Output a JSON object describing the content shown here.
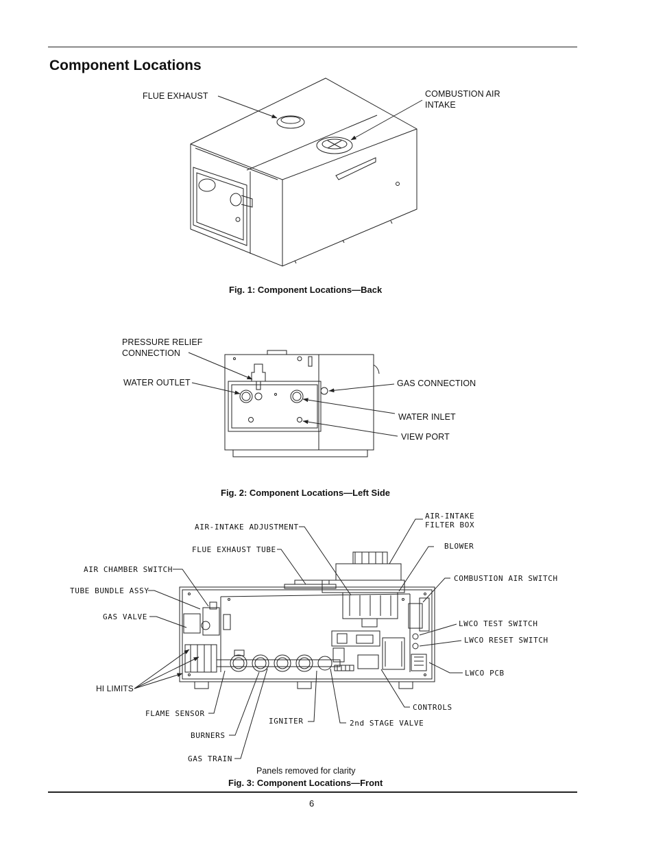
{
  "page": {
    "title": "Component Locations",
    "page_number": "6"
  },
  "fig1": {
    "caption": "Fig. 1: Component Locations—Back",
    "labels": {
      "flue_exhaust": "FLUE EXHAUST",
      "combustion_air_intake": "COMBUSTION AIR\nINTAKE"
    }
  },
  "fig2": {
    "caption": "Fig. 2: Component Locations—Left Side",
    "labels": {
      "pressure_relief": "PRESSURE RELIEF\nCONNECTION",
      "water_outlet": "WATER OUTLET",
      "gas_connection": "GAS CONNECTION",
      "water_inlet": "WATER INLET",
      "view_port": "VIEW PORT"
    }
  },
  "fig3": {
    "caption": "Fig. 3: Component Locations—Front",
    "note": "Panels removed for clarity",
    "labels": {
      "air_intake_adjustment": "AIR-INTAKE ADJUSTMENT",
      "air_intake_filter_box": "AIR-INTAKE\nFILTER BOX",
      "blower": "BLOWER",
      "flue_exhaust_tube": "FLUE EXHAUST TUBE",
      "air_chamber_switch": "AIR CHAMBER SWITCH",
      "combustion_air_switch": "COMBUSTION AIR SWITCH",
      "tube_bundle_assy": "TUBE BUNDLE ASSY",
      "gas_valve": "GAS VALVE",
      "lwco_test_switch": "LWCO TEST SWITCH",
      "lwco_reset_switch": "LWCO RESET SWITCH",
      "lwco_pcb": "LWCO PCB",
      "hi_limits": "HI LIMITS",
      "flame_sensor": "FLAME SENSOR",
      "controls": "CONTROLS",
      "igniter": "IGNITER",
      "second_stage_valve": "2nd STAGE VALVE",
      "burners": "BURNERS",
      "gas_train": "GAS TRAIN"
    }
  }
}
